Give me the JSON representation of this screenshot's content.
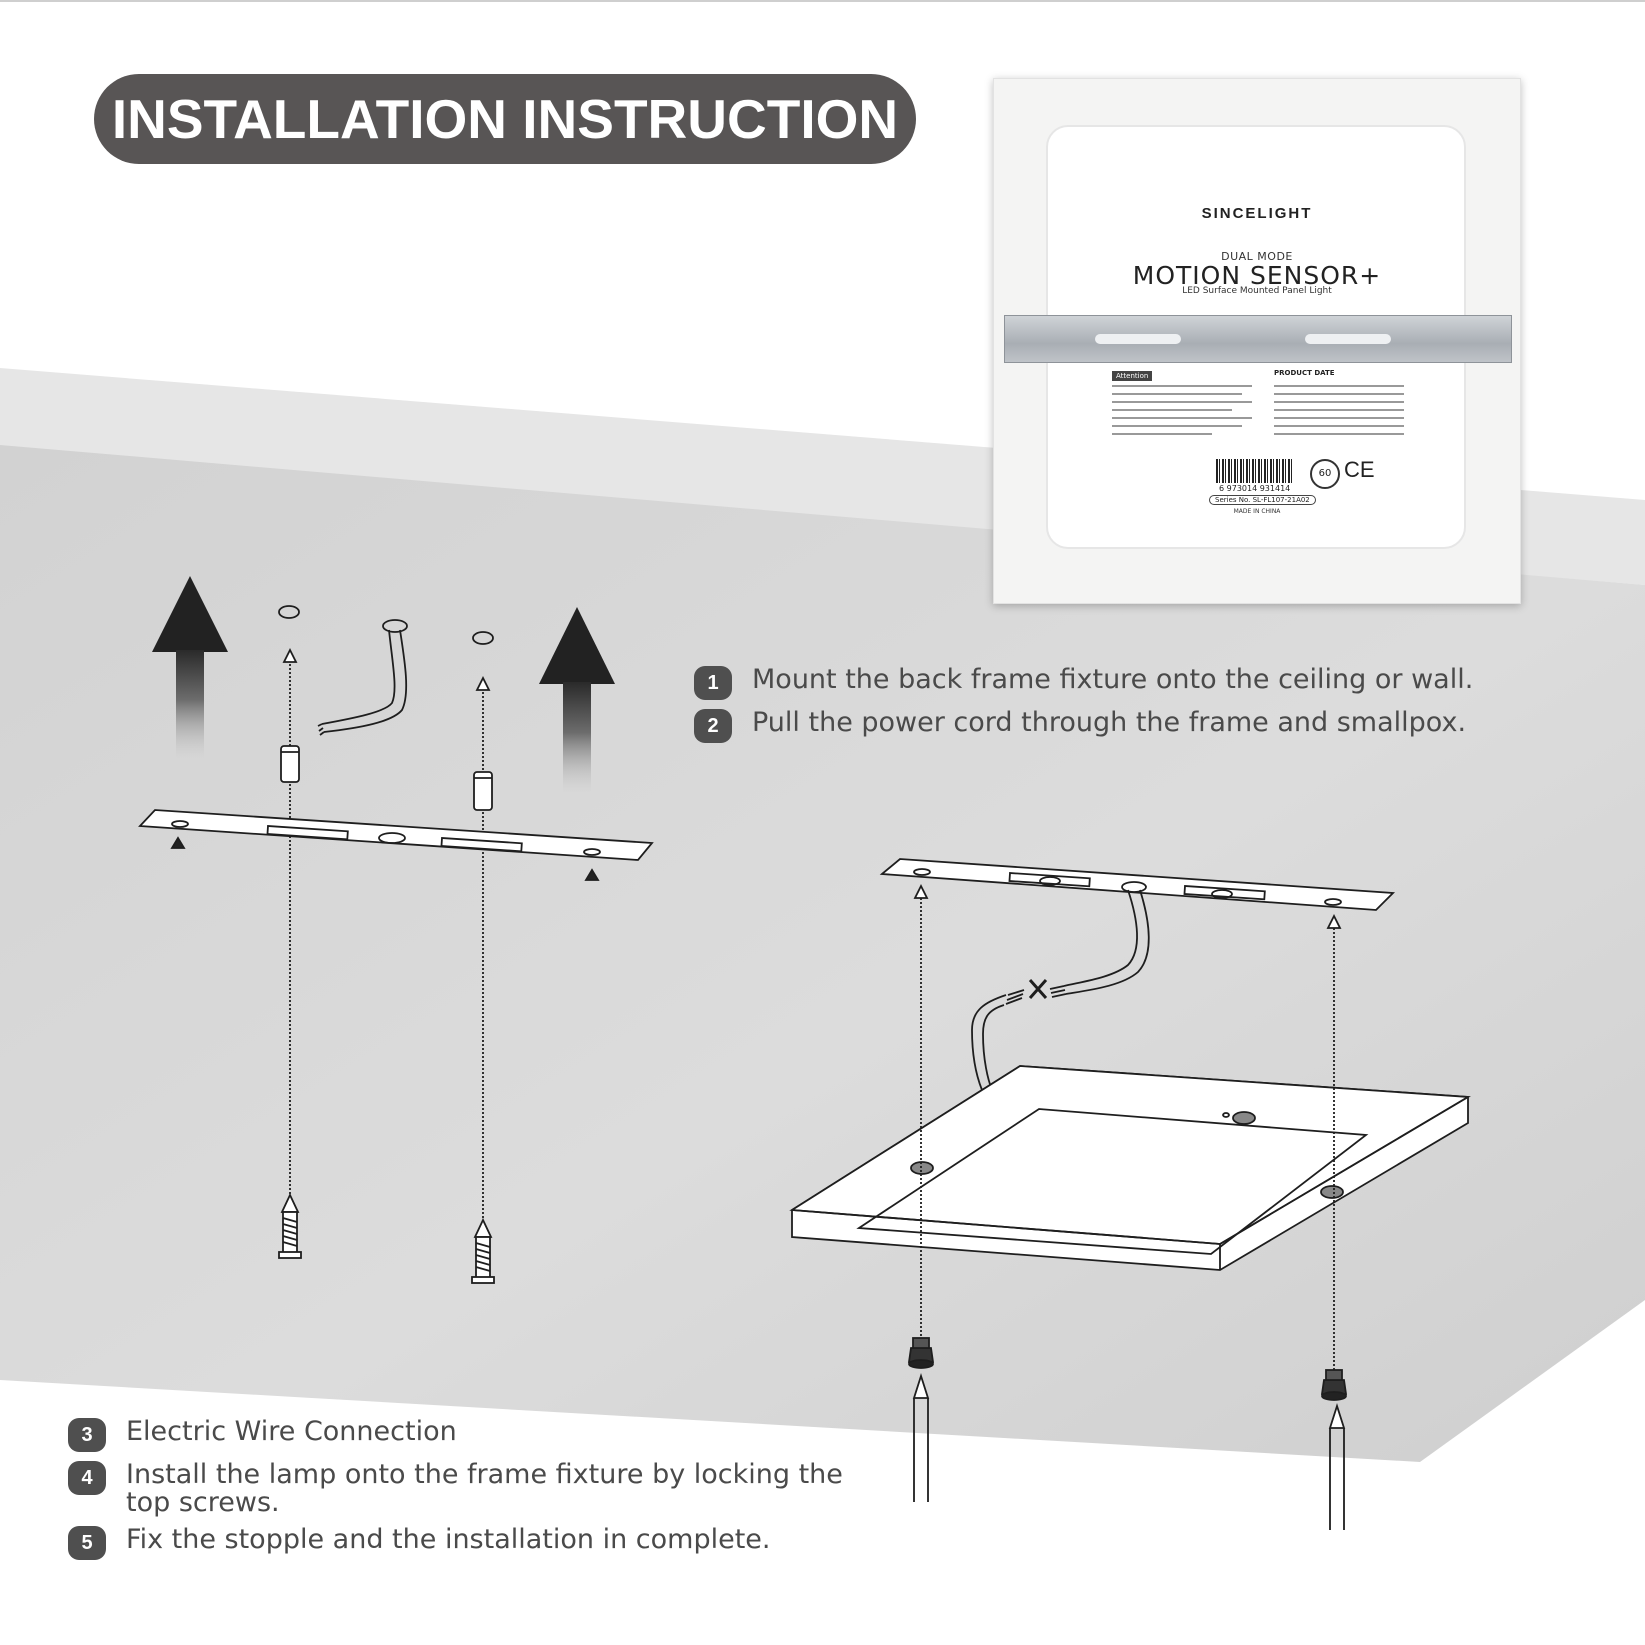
{
  "title": "INSTALLATION INSTRUCTION",
  "product": {
    "brand": "SINCELIGHT",
    "mode": "DUAL MODE",
    "model": "MOTION SENSOR+",
    "subline": "LED Surface Mounted Panel Light",
    "attention_label": "Attention",
    "spec_label": "PRODUCT DATE",
    "barcode_number": "6 973014 931414",
    "series": "Series No. SL-FL107-21A02",
    "made_in": "MADE IN CHINA",
    "ce_mark": "CE",
    "warranty_badge": "60"
  },
  "steps": [
    {
      "num": "1",
      "text": "Mount the back frame fixture onto the ceiling or wall."
    },
    {
      "num": "2",
      "text": "Pull the power cord through the frame and smallpox."
    },
    {
      "num": "3",
      "text": "Electric Wire Connection"
    },
    {
      "num": "4",
      "text": "Install the lamp onto the frame fixture by locking the top screws."
    },
    {
      "num": "5",
      "text": "Fix the stopple and the installation in complete."
    }
  ],
  "colors": {
    "title_bg": "#585555",
    "badge_bg": "#4f4f4f",
    "text": "#4a4a4a",
    "wall_gray": "#d6d6d6"
  }
}
